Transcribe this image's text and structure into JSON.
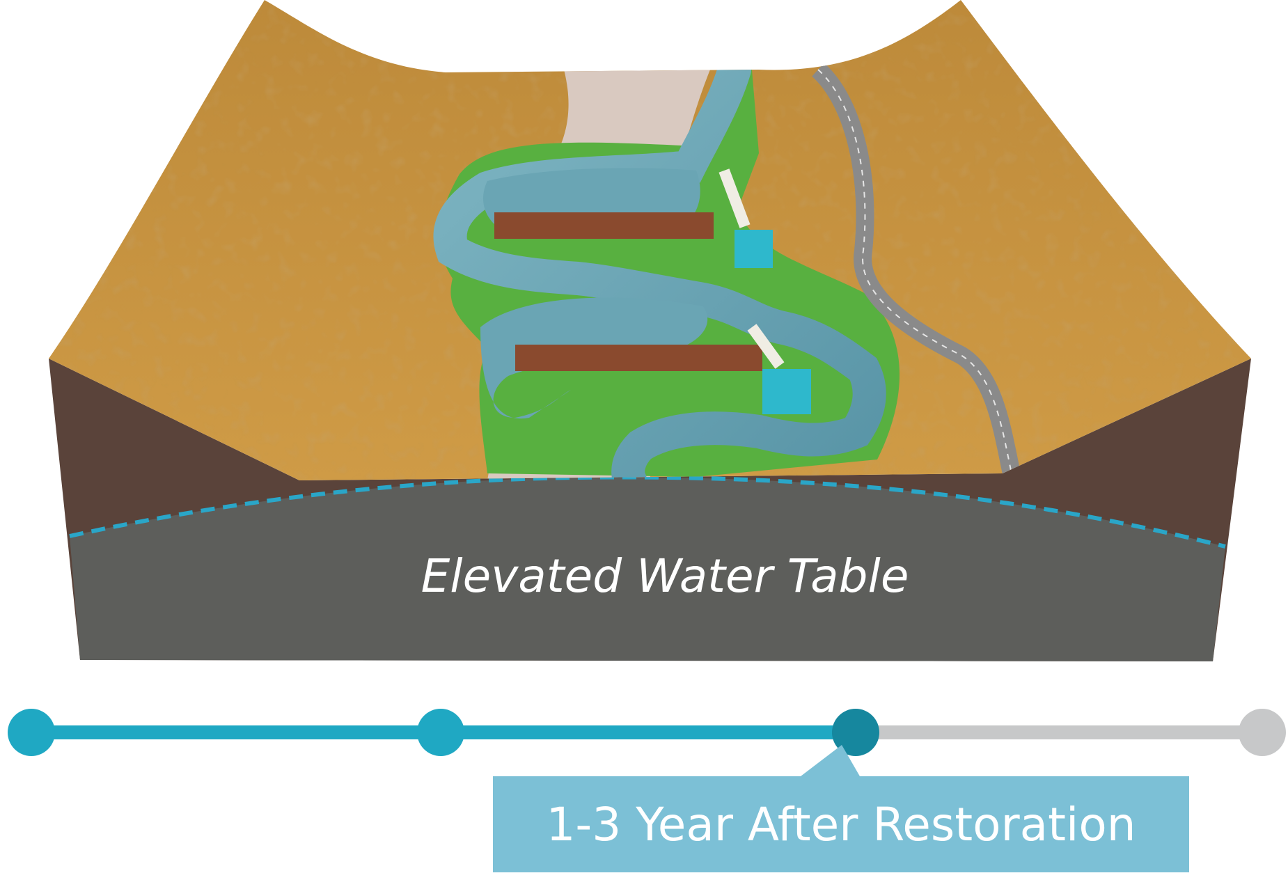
{
  "diagram": {
    "water_table_label": "Elevated Water Table",
    "colors": {
      "ground_surface": "#c8943f",
      "soil_layer": "#5a433a",
      "groundwater": "#5d5e5b",
      "water_table_line": "#2aa6c8",
      "stream": "#6aa5b4",
      "vegetation": "#58b040",
      "gravel_bar": "#d9c9c0",
      "beaver_dam": "#8a4a2e",
      "road": "#8a8a8a",
      "culvert": "#2eb8cc"
    }
  },
  "timeline": {
    "stages": 4,
    "current_stage_index": 2,
    "active_color": "#1fa8c3",
    "current_color": "#16879e",
    "inactive_color": "#c7c8c9",
    "current_label": "1-3 Year After Restoration",
    "label_color": "#7cc0d6"
  }
}
